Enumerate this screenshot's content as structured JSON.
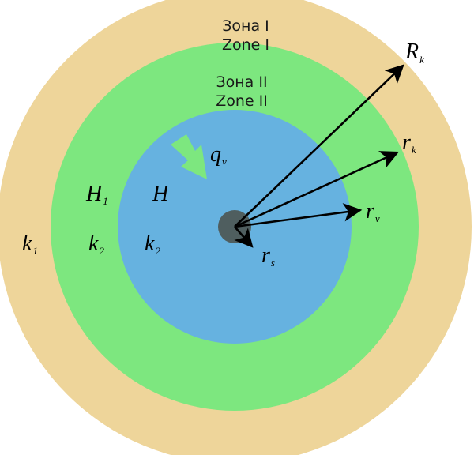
{
  "zones": {
    "outer": {
      "line1": "Зона I",
      "line2": "Zone I",
      "color": "#EED59A"
    },
    "middle": {
      "line1": "Зона II",
      "line2": "Zone II",
      "color": "#7DE77F"
    },
    "inner": {
      "color": "#66B2E0"
    },
    "well": {
      "color": "#4F5E5F"
    }
  },
  "flow_arrow": {
    "color": "#7DE77F"
  },
  "symbols": {
    "Rk": {
      "main": "R",
      "sub": "k"
    },
    "rk": {
      "main": "r",
      "sub": "k"
    },
    "rv": {
      "main": "r",
      "sub": "v"
    },
    "rs": {
      "main": "r",
      "sub": "s"
    },
    "qv": {
      "main": "q",
      "sub": "v"
    },
    "H1": {
      "main": "H",
      "sub": "1"
    },
    "H": {
      "main": "H"
    },
    "k1": {
      "main": "k",
      "sub": "1"
    },
    "k2_mid": {
      "main": "k",
      "sub": "2"
    },
    "k2_inner": {
      "main": "k",
      "sub": "2"
    }
  }
}
